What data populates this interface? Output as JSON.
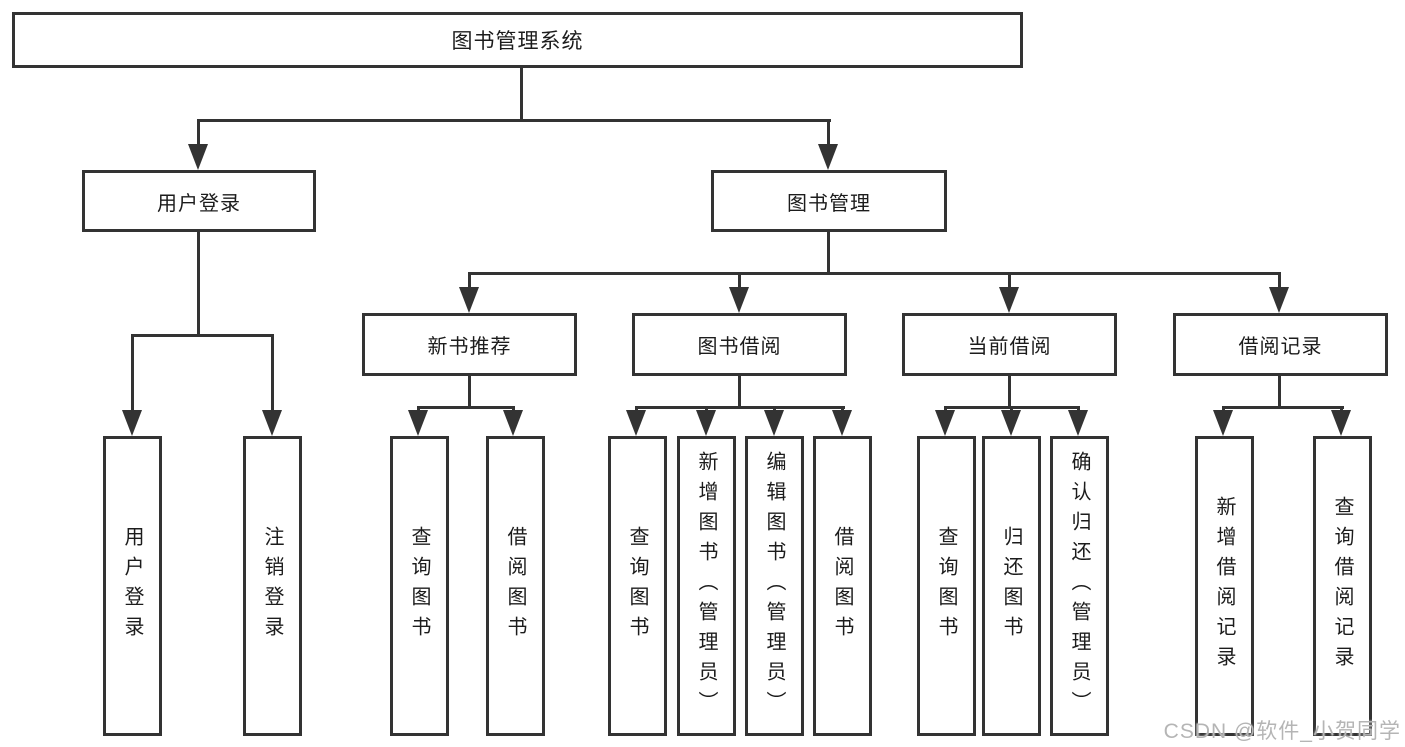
{
  "colors": {
    "line": "#333333",
    "text": "#1c1c1c",
    "background": "#ffffff",
    "box_bg": "#ffffff",
    "watermark": "#b5b5b5"
  },
  "watermark": "CSDN @软件_小贺同学",
  "tree": {
    "label": "图书管理系统",
    "children": [
      {
        "label": "用户登录",
        "children": [
          {
            "label": "用户登录"
          },
          {
            "label": "注销登录"
          }
        ]
      },
      {
        "label": "图书管理",
        "children": [
          {
            "label": "新书推荐",
            "children": [
              {
                "label": "查询图书"
              },
              {
                "label": "借阅图书"
              }
            ]
          },
          {
            "label": "图书借阅",
            "children": [
              {
                "label": "查询图书"
              },
              {
                "label": "新增图书（管理员）"
              },
              {
                "label": "编辑图书（管理员）"
              },
              {
                "label": "借阅图书"
              }
            ]
          },
          {
            "label": "当前借阅",
            "children": [
              {
                "label": "查询图书"
              },
              {
                "label": "归还图书"
              },
              {
                "label": "确认归还（管理员）"
              }
            ]
          },
          {
            "label": "借阅记录",
            "children": [
              {
                "label": "新增借阅记录"
              },
              {
                "label": "查询借阅记录"
              }
            ]
          }
        ]
      }
    ]
  }
}
